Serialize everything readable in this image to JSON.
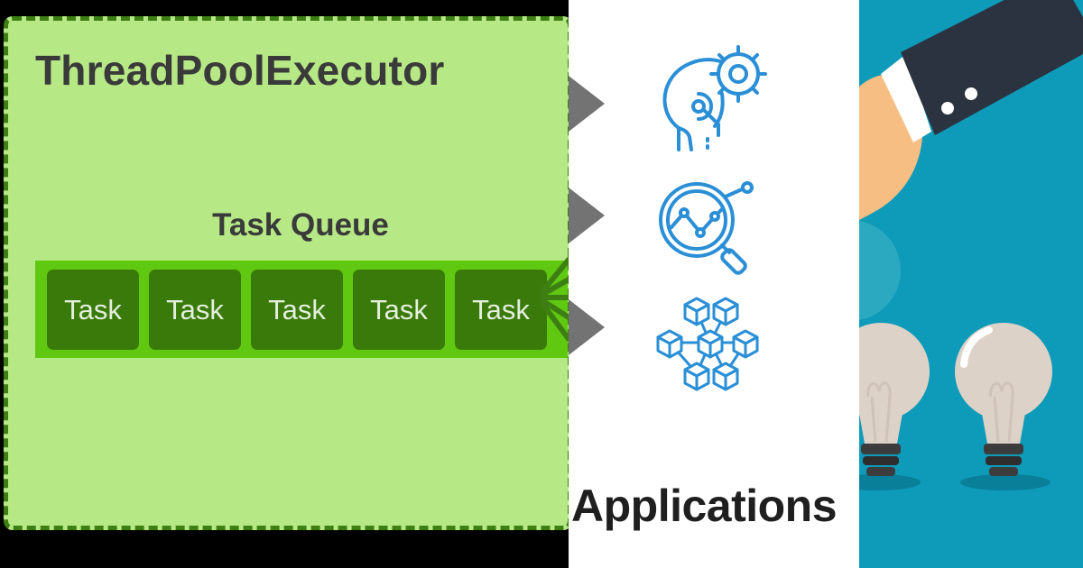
{
  "executor": {
    "title": "ThreadPoolExecutor",
    "queue_label": "Task Queue",
    "tasks": [
      "Task",
      "Task",
      "Task",
      "Task",
      "Task"
    ]
  },
  "applications": {
    "label": "Applications",
    "icons": [
      "ai-head-gear-icon",
      "analytics-magnifier-icon",
      "blockchain-cubes-icon"
    ]
  },
  "idea_panel": {
    "icons": [
      "hand-icon",
      "lightbulb-icon",
      "lightbulb-icon"
    ]
  },
  "colors": {
    "executor_bg": "#b6e886",
    "executor_border": "#3d7f12",
    "queue_bg": "#60c810",
    "task_bg": "#3a7a0a",
    "icon_blue": "#2a8fd6",
    "pointer_gray": "#737373",
    "idea_bg": "#0e9ab9"
  }
}
